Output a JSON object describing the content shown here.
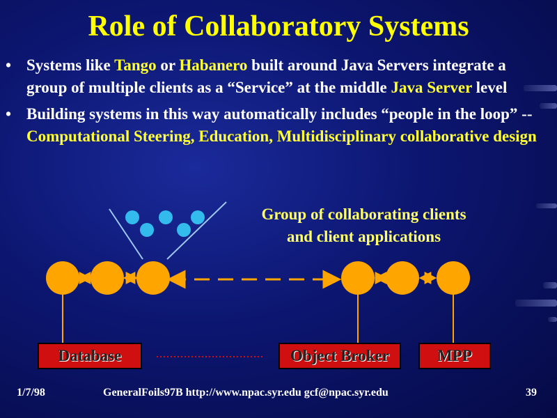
{
  "slide": {
    "title": "Role of Collaboratory Systems",
    "bullets": [
      {
        "marker": "•",
        "segments": [
          {
            "text": "Systems like ",
            "highlight": false
          },
          {
            "text": "Tango",
            "highlight": true
          },
          {
            "text": " or ",
            "highlight": false
          },
          {
            "text": "Habanero",
            "highlight": true
          },
          {
            "text": " built around Java Servers integrate a group of multiple clients as a “Service” at the middle ",
            "highlight": false
          },
          {
            "text": "Java Server",
            "highlight": true
          },
          {
            "text": " level",
            "highlight": false
          }
        ]
      },
      {
        "marker": "•",
        "segments": [
          {
            "text": "Building systems in this way automatically includes “people in the loop” -- ",
            "highlight": false
          },
          {
            "text": "Computational Steering, Education, Multidisciplinary collaborative design",
            "highlight": true
          }
        ]
      }
    ]
  },
  "diagram": {
    "caption_line1": "Group of collaborating clients",
    "caption_line2": "and client applications",
    "boxes": {
      "database": "Database",
      "object_broker": "Object Broker",
      "mpp": "MPP"
    },
    "colors": {
      "node": "#ffa500",
      "small_node": "#33bbee",
      "box": "#d01010",
      "highlight": "#ffff00"
    }
  },
  "footer": {
    "date": "1/7/98",
    "source": "GeneralFoils97B http://www.npac.syr.edu gcf@npac.syr.edu",
    "page": "39"
  }
}
